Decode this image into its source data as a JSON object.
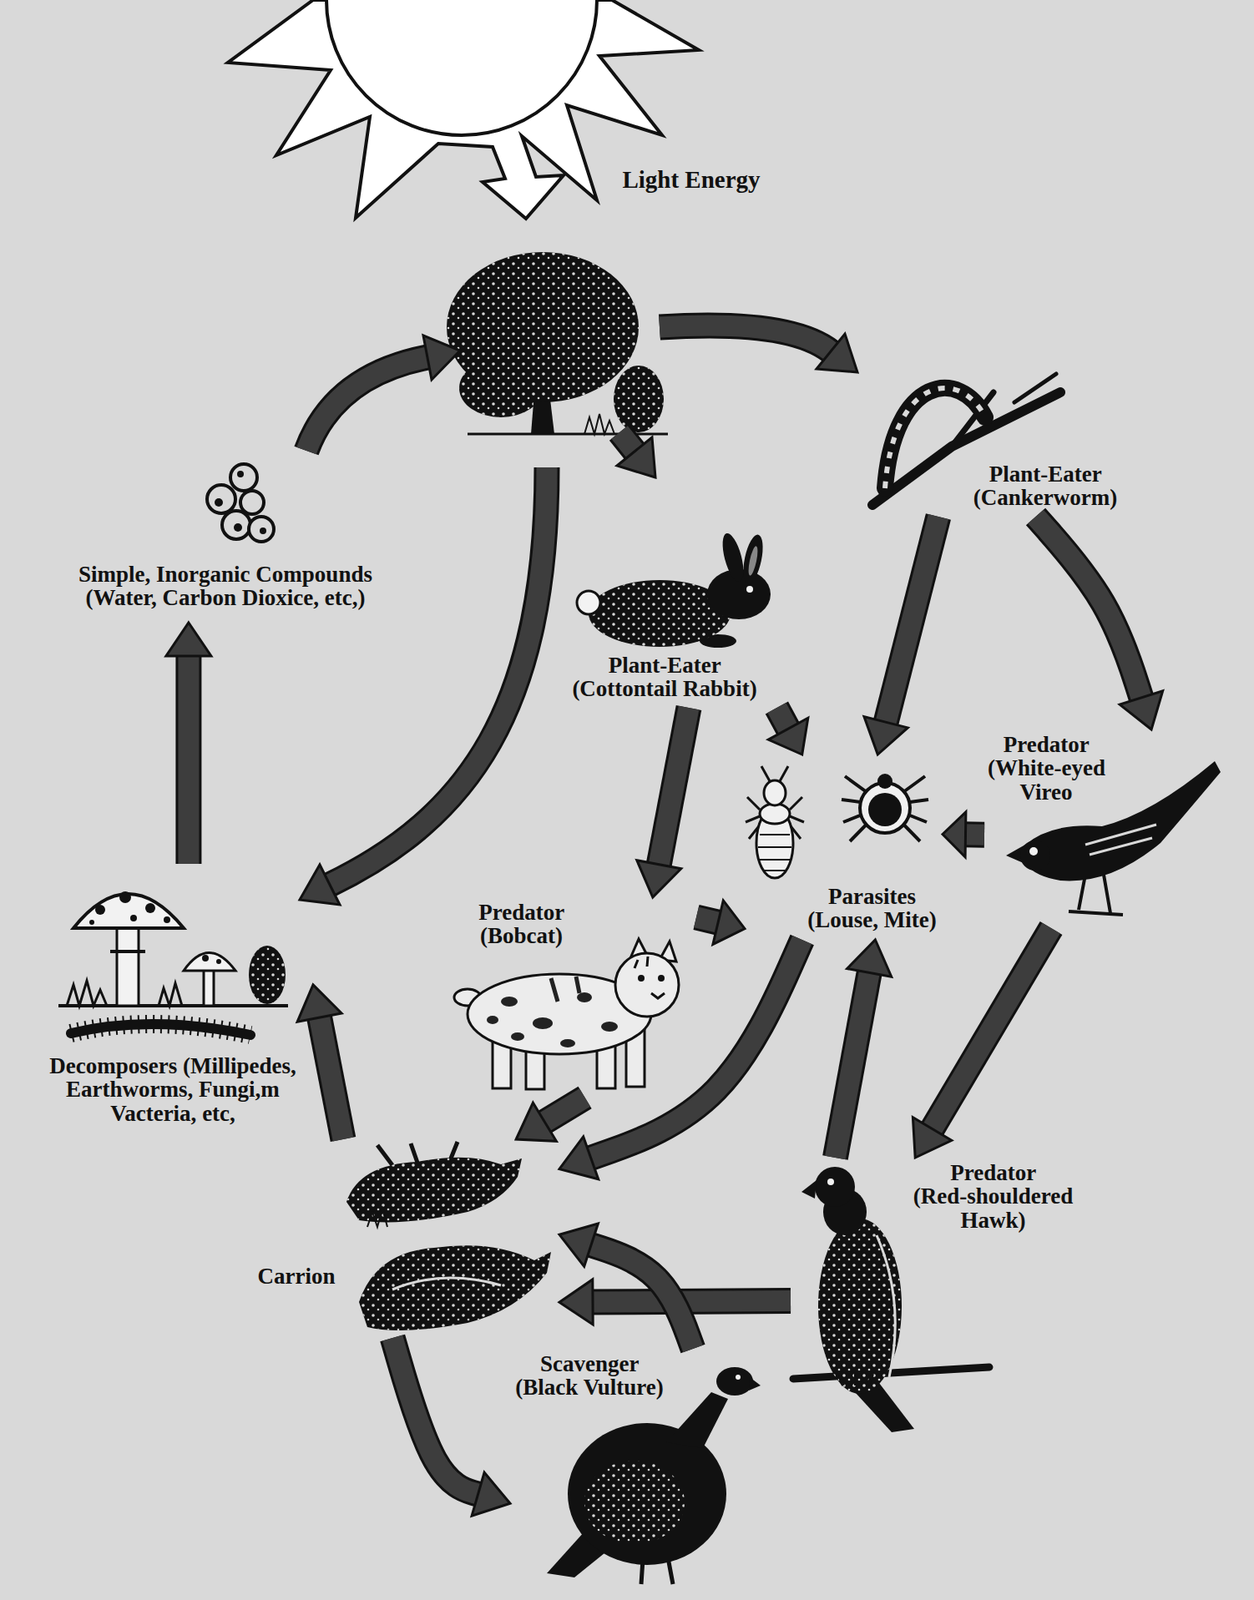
{
  "diagram": {
    "nodes": [
      {
        "text": [
          "Light Energy"
        ]
      },
      {
        "text": [
          "Simple, Inorganic Compounds (Water, Carbon Dioxice, etc,)"
        ]
      },
      {
        "text": [
          "Plant-Eater (Cankerworm)"
        ]
      },
      {
        "text": [
          "Plant-Eater (Cottontail Rabbit)"
        ]
      },
      {
        "text": [
          "Predator (White-eyed Vireo"
        ]
      },
      {
        "text": [
          "Parasites (Louse, Mite)"
        ]
      },
      {
        "text": [
          "Predator (Bobcat)"
        ]
      },
      {
        "text": [
          "Decomposers (Millipedes, Earthworms, Fungi,m Vacteria, etc,"
        ]
      },
      {
        "text": [
          "Predator (Red-shouldered Hawk)"
        ]
      },
      {
        "text": [
          "Carrion"
        ]
      },
      {
        "text": [
          "Scavenger (Black Vulture)"
        ]
      }
    ],
    "edges": [
      {
        "from": 7,
        "to": 1,
        "arrow": "to"
      },
      {
        "from": 2,
        "to": 5,
        "arrow": "to"
      },
      {
        "from": 2,
        "to": 4,
        "arrow": "to"
      },
      {
        "from": 3,
        "to": 5,
        "arrow": "to"
      },
      {
        "from": 3,
        "to": 6,
        "arrow": "to"
      },
      {
        "from": 4,
        "to": 5,
        "arrow": "to"
      },
      {
        "from": 6,
        "to": 5,
        "arrow": "to"
      },
      {
        "from": 6,
        "to": 9,
        "arrow": "to"
      },
      {
        "from": 5,
        "to": 9,
        "arrow": "to"
      },
      {
        "from": 4,
        "to": 8,
        "arrow": "to"
      },
      {
        "from": 8,
        "to": 5,
        "arrow": "to"
      },
      {
        "from": 8,
        "to": 9,
        "arrow": "to"
      },
      {
        "from": 9,
        "to": 7,
        "arrow": "to"
      },
      {
        "from": 9,
        "to": 10,
        "arrow": "to"
      },
      {
        "from": 10,
        "to": 9,
        "arrow": "to"
      }
    ]
  }
}
